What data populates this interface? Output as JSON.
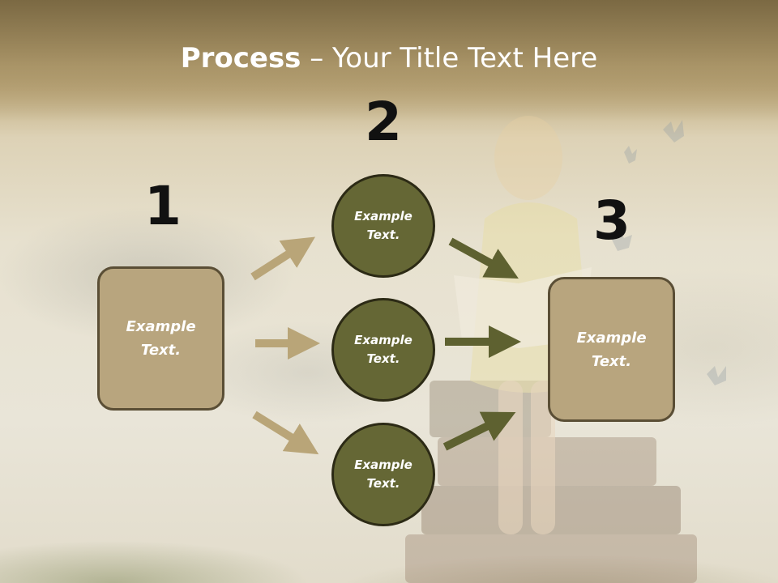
{
  "title": {
    "bold": "Process",
    "rest": " – Your Title Text Here"
  },
  "steps": [
    {
      "number": "1"
    },
    {
      "number": "2"
    },
    {
      "number": "3"
    }
  ],
  "left_box": {
    "label": "Example\nText."
  },
  "circles": [
    {
      "label": "Example\nText."
    },
    {
      "label": "Example\nText."
    },
    {
      "label": "Example\nText."
    }
  ],
  "right_box": {
    "label": "Example\nText."
  },
  "colors": {
    "box_fill": "#b8a57e",
    "box_border": "#5a4e35",
    "circle_fill": "#656735",
    "circle_border": "#2c2a15",
    "left_arrows": "#b9a578",
    "right_arrows": "#5e6130",
    "number_text": "#111111",
    "title_text": "#ffffff"
  }
}
